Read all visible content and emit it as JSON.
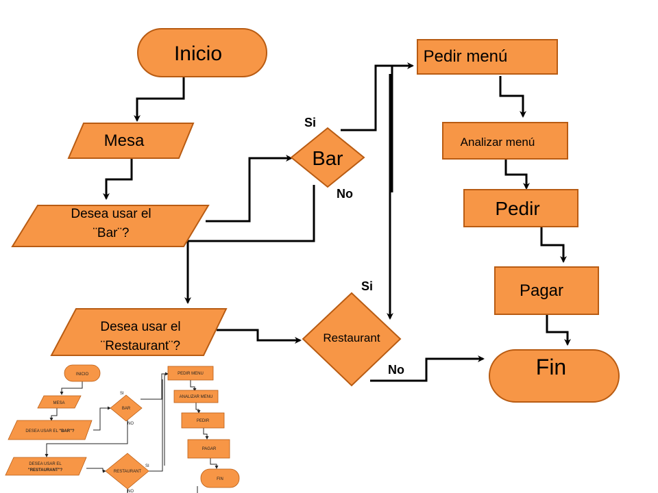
{
  "diagram": {
    "colors": {
      "fill": "#F79646",
      "stroke": "#B85B12",
      "line": "#000000"
    },
    "nodes": {
      "inicio": "Inicio",
      "mesa": "Mesa",
      "desea_bar_1": "Desea usar el",
      "desea_bar_2": "¨Bar¨?",
      "bar": "Bar",
      "desea_rest_1": "Desea usar el",
      "desea_rest_2": "¨Restaurant¨?",
      "restaurant": "Restaurant",
      "pedir_menu": "Pedir menú",
      "analizar_menu": "Analizar menú",
      "pedir": "Pedir",
      "pagar": "Pagar",
      "fin": "Fin"
    },
    "edge_labels": {
      "bar_si": "Si",
      "bar_no": "No",
      "rest_si": "Si",
      "rest_no": "No"
    }
  },
  "thumbnail": {
    "nodes": {
      "inicio": "INICIO",
      "mesa": "MESA",
      "desea_bar_1": "DESEA USAR EL ",
      "desea_bar_2": "\"BAR\"?",
      "bar": "BAR",
      "desea_rest_1": "DESEA USAR EL",
      "desea_rest_2": "\"RESTAURANT\"?",
      "restaurant": "RESTAURANT",
      "pedir_menu": "PEDIR MENU",
      "analizar_menu": "ANALIZAR MENU",
      "pedir": "PEDIR",
      "pagar": "PAGAR",
      "fin": "FIN"
    },
    "edge_labels": {
      "bar_si": "SI",
      "bar_no": "NO",
      "rest_si": "SI",
      "rest_no": "NO"
    }
  }
}
